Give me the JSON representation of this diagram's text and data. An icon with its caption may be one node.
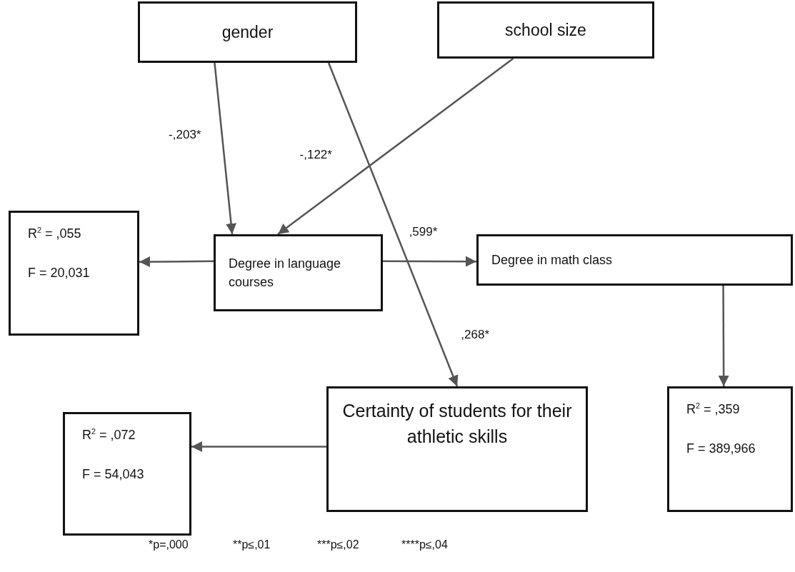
{
  "diagram": {
    "nodes": [
      {
        "text": [
          "gender"
        ]
      },
      {
        "text": [
          "school size"
        ]
      },
      {
        "text": [
          "R$^{2}$ = ,055",
          "F = 20,031"
        ]
      },
      {
        "text": [
          "Degree in language courses"
        ]
      },
      {
        "text": [
          "Degree in math class"
        ]
      },
      {
        "text": [
          "Certainty of students for their athletic skills"
        ]
      },
      {
        "text": [
          "R$^{2}$ = ,072",
          "F = 54,043"
        ]
      },
      {
        "text": [
          "R$^{2}$ = ,359",
          "F = 389,966"
        ]
      }
    ],
    "edges": [
      {
        "from": 0,
        "to": 3,
        "arrow": "to",
        "label": "-,203*"
      },
      {
        "from": 1,
        "to": 3,
        "arrow": "to",
        "label": "-,122*"
      },
      {
        "from": 0,
        "to": 5,
        "arrow": "to",
        "label": ",268*"
      },
      {
        "from": 3,
        "to": 2,
        "arrow": "to"
      },
      {
        "from": 3,
        "to": 4,
        "arrow": "to",
        "label": ",599*"
      },
      {
        "from": 4,
        "to": 7,
        "arrow": "to"
      },
      {
        "from": 5,
        "to": 6,
        "arrow": "to"
      }
    ],
    "labels": [
      "*p=,000",
      "**p≤,01",
      "***p≤,02",
      "****p≤,04"
    ]
  }
}
